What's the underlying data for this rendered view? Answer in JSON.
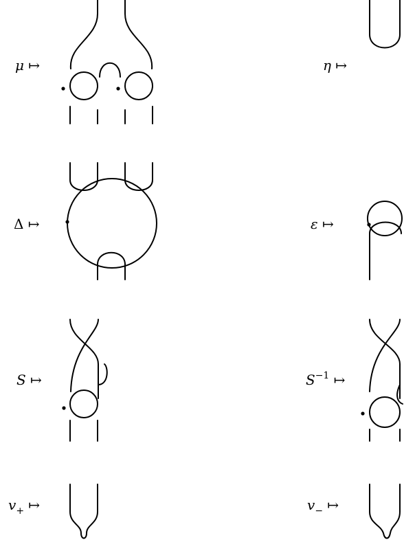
{
  "labels": {
    "mu": "μ",
    "eta": "η",
    "delta": "Δ",
    "epsilon": "ε",
    "antipode": "S",
    "antipode_inv_base": "S",
    "antipode_inv_exp": "−1",
    "v_base": "v",
    "v_plus_sub": "+",
    "v_minus_sub": "−",
    "maps_to": "↦"
  }
}
